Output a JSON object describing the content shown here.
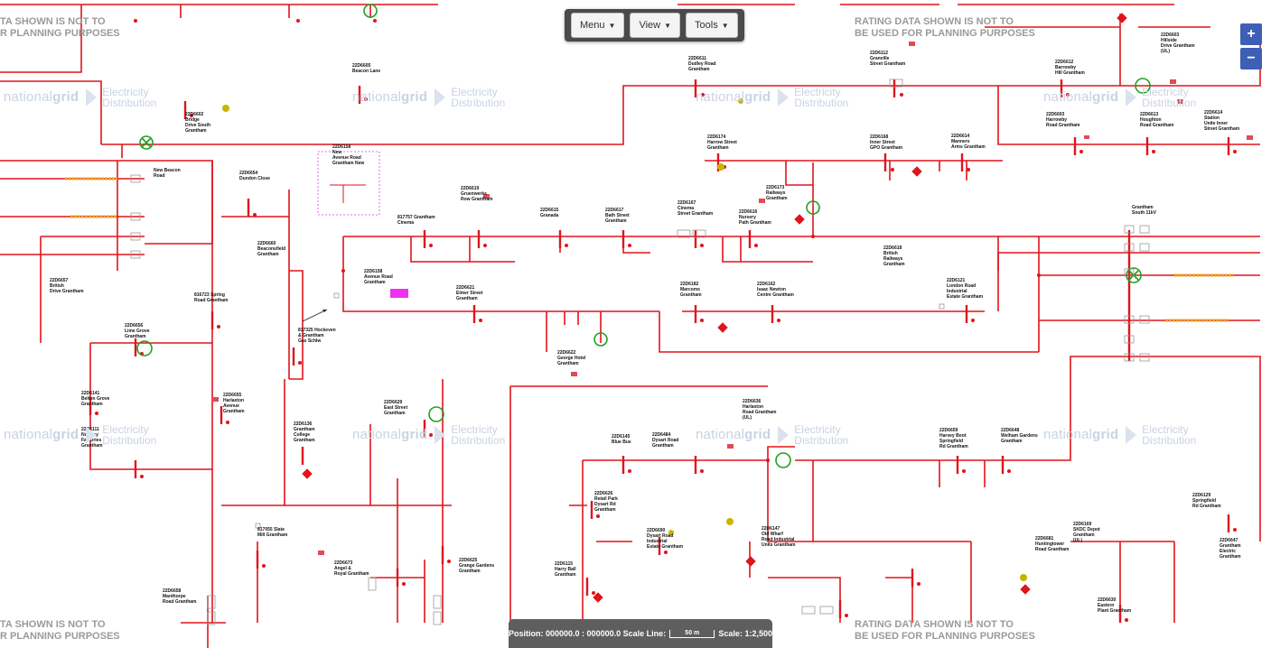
{
  "toolbar": {
    "menu_label": "Menu",
    "view_label": "View",
    "tools_label": "Tools"
  },
  "zoom": {
    "in_label": "+",
    "out_label": "−"
  },
  "notice": {
    "top_left_1": "TA SHOWN IS NOT TO",
    "top_left_2": "R PLANNING PURPOSES",
    "top_right_1": "RATING DATA SHOWN IS NOT TO",
    "top_right_2": "BE USED FOR PLANNING PURPOSES",
    "bottom_left_1": "TA SHOWN IS NOT TO",
    "bottom_left_2": "R PLANNING PURPOSES",
    "bottom_right_1": "RATING DATA SHOWN IS NOT TO",
    "bottom_right_2": "BE USED FOR PLANNING PURPOSES"
  },
  "watermark": {
    "brand_light": "national",
    "brand_bold": "grid",
    "sub_1": "Electricity",
    "sub_2": "Distribution"
  },
  "status": {
    "position_label": "Position:",
    "position_value": "000000.0 : 000000.0",
    "scale_line_label": "Scale Line:",
    "scale_line_value": "50 m",
    "scale_label": "Scale:",
    "scale_value": "1:2,500"
  },
  "substations": [
    {
      "id": "s1",
      "lines": [
        "22D6605",
        "Beacon Lane"
      ]
    },
    {
      "id": "s2",
      "lines": [
        "22D6611",
        "Dudley Road",
        "Grantham"
      ]
    },
    {
      "id": "s3",
      "lines": [
        "22D6112",
        "Granville",
        "Street Grantham"
      ]
    },
    {
      "id": "s4",
      "lines": [
        "22D6612",
        "Barrowby",
        "Hill Grantham"
      ]
    },
    {
      "id": "s5",
      "lines": [
        "22D6602",
        "Bridge",
        "Drive South",
        "Grantham"
      ]
    },
    {
      "id": "s6",
      "lines": [
        "22D6174",
        "Harrow Street",
        "Grantham"
      ]
    },
    {
      "id": "s7",
      "lines": [
        "22D6168",
        "Inner Street",
        "GPO Grantham"
      ]
    },
    {
      "id": "s8",
      "lines": [
        "22D6614",
        "Manners",
        "Arms Grantham"
      ]
    },
    {
      "id": "s9",
      "lines": [
        "22D6603",
        "Harrowby",
        "Road Grantham"
      ]
    },
    {
      "id": "s10",
      "lines": [
        "22D6613",
        "Houghton",
        "Road Grantham"
      ]
    },
    {
      "id": "s11",
      "lines": [
        "22D6614",
        "Station",
        "Unite Inner",
        "Street Grantham"
      ]
    },
    {
      "id": "s12",
      "lines": [
        "22D6654",
        "Dundon Close"
      ]
    },
    {
      "id": "s13",
      "lines": [
        "22D6619",
        "Gruenwerks",
        "Row Grantham"
      ]
    },
    {
      "id": "s14",
      "lines": [
        "22D6615",
        "Granada"
      ]
    },
    {
      "id": "s15",
      "lines": [
        "22D6617",
        "Bath Street",
        "Grantham"
      ]
    },
    {
      "id": "s16",
      "lines": [
        "22D6167",
        "Cinema",
        "Street Grantham"
      ]
    },
    {
      "id": "s17",
      "lines": [
        "22D6616",
        "Nursery",
        "Path Grantham"
      ]
    },
    {
      "id": "s18",
      "lines": [
        "22D6173",
        "Railways",
        "Grantham"
      ]
    },
    {
      "id": "s19",
      "lines": [
        "Grantham",
        "South 11kV"
      ]
    },
    {
      "id": "s20",
      "lines": [
        "22D6657",
        "British",
        "Drive Grantham"
      ]
    },
    {
      "id": "s21",
      "lines": [
        "817757 Grantham",
        "Cinema"
      ]
    },
    {
      "id": "s22",
      "lines": [
        "22D6660",
        "Beaconsfield",
        "Grantham"
      ]
    },
    {
      "id": "s23",
      "lines": [
        "22D6158",
        "Avenue Road",
        "Grantham"
      ]
    },
    {
      "id": "s24",
      "lines": [
        "22D6618",
        "British",
        "Railways",
        "Grantham"
      ]
    },
    {
      "id": "s25",
      "lines": [
        "22D6121",
        "London Road",
        "Industrial",
        "Estate Grantham"
      ]
    },
    {
      "id": "s26",
      "lines": [
        "816723 Spring",
        "Road Grantham"
      ]
    },
    {
      "id": "s27",
      "lines": [
        "22D6621",
        "Elmer Street",
        "Grantham"
      ]
    },
    {
      "id": "s28",
      "lines": [
        "22D6182",
        "Marcoms",
        "Grantham"
      ]
    },
    {
      "id": "s29",
      "lines": [
        "22D6162",
        "Isaac Newton",
        "Centre Grantham"
      ]
    },
    {
      "id": "s30",
      "lines": [
        "22D6656",
        "Lime Grove",
        "Grantham"
      ]
    },
    {
      "id": "s31",
      "lines": [
        "817325 Hockeven",
        "& Grantham",
        "Gas Schlw"
      ]
    },
    {
      "id": "s32",
      "lines": [
        "22D6622",
        "George Hotel",
        "Grantham"
      ]
    },
    {
      "id": "s33",
      "lines": [
        "22D6141",
        "Belton Grove",
        "Grantham"
      ]
    },
    {
      "id": "s34",
      "lines": [
        "22D6655",
        "Harlaxton",
        "Avenue",
        "Grantham"
      ]
    },
    {
      "id": "s35",
      "lines": [
        "22D6629",
        "East Street",
        "Grantham"
      ]
    },
    {
      "id": "s36",
      "lines": [
        "22D6636",
        "Harlaxton",
        "Road Grantham",
        "(UL)"
      ]
    },
    {
      "id": "s37",
      "lines": [
        "22D6111",
        "Nursery",
        "Factories",
        "Grantham"
      ]
    },
    {
      "id": "s38",
      "lines": [
        "22D6136",
        "Grantham",
        "College",
        "Grantham"
      ]
    },
    {
      "id": "s39",
      "lines": [
        "22D6145",
        "Blue Bus"
      ]
    },
    {
      "id": "s40",
      "lines": [
        "22D6484",
        "Dysart Road",
        "Grantham"
      ]
    },
    {
      "id": "s41",
      "lines": [
        "22D6659",
        "Harvey Boot",
        "Springfield",
        "Rd Grantham"
      ]
    },
    {
      "id": "s42",
      "lines": [
        "22D6648",
        "Welham Gardens",
        "Grantham"
      ]
    },
    {
      "id": "s43",
      "lines": [
        "22D6626",
        "Retail Park",
        "Dysart Rd",
        "Grantham"
      ]
    },
    {
      "id": "s44",
      "lines": [
        "22D6690",
        "Dysart Road",
        "Industrial",
        "Estate Grantham"
      ]
    },
    {
      "id": "s45",
      "lines": [
        "22D6129",
        "Springfield",
        "Rd Grantham"
      ]
    },
    {
      "id": "s46",
      "lines": [
        "817055 Slate",
        "Mill Grantham"
      ]
    },
    {
      "id": "s47",
      "lines": [
        "22D6147",
        "Old Wharf",
        "Road Industrial",
        "Units Grantham"
      ]
    },
    {
      "id": "s48",
      "lines": [
        "22D6647",
        "Grantham",
        "Electric",
        "Grantham"
      ]
    },
    {
      "id": "s49",
      "lines": [
        "22D6673",
        "Angel &",
        "Royal Grantham"
      ]
    },
    {
      "id": "s50",
      "lines": [
        "22D6115",
        "Harry Ball",
        "Grantham"
      ]
    },
    {
      "id": "s51",
      "lines": [
        "22D6681",
        "Huntingtower",
        "Road Grantham"
      ]
    },
    {
      "id": "s52",
      "lines": [
        "22D6169",
        "SKDC Depot",
        "Grantham",
        "(UL)"
      ]
    },
    {
      "id": "s53",
      "lines": [
        "22D6625",
        "Grange Gardens",
        "Grantham"
      ]
    },
    {
      "id": "s54",
      "lines": [
        "22D6658",
        "Manthorpe",
        "Road Grantham"
      ]
    },
    {
      "id": "s55",
      "lines": [
        "22D6630",
        "Eastern",
        "Plant Grantham"
      ]
    },
    {
      "id": "s56",
      "lines": [
        "22D6158",
        "New",
        "Avenue Road",
        "Grantham New"
      ]
    },
    {
      "id": "s57",
      "lines": [
        "New Beacon",
        "Road"
      ]
    },
    {
      "id": "s58",
      "lines": [
        "22D6603",
        "Hillside",
        "Drive Grantham",
        "(UL)"
      ]
    }
  ]
}
